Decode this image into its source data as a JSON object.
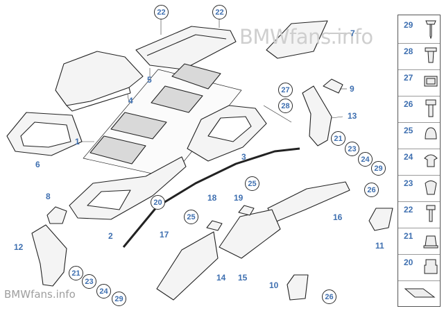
{
  "watermark": "BMWfans.info",
  "callouts": {
    "n1": "1",
    "n2": "2",
    "n3": "3",
    "n4": "4",
    "n5": "5",
    "n6": "6",
    "n7": "7",
    "n8": "8",
    "n9": "9",
    "n10": "10",
    "n11": "11",
    "n12": "12",
    "n13": "13",
    "n14": "14",
    "n15": "15",
    "n16": "16",
    "n17": "17",
    "n18": "18",
    "n19": "19"
  },
  "circled": {
    "c22a": "22",
    "c22b": "22",
    "c27": "27",
    "c28": "28",
    "c20": "20",
    "c25a": "25",
    "c25b": "25",
    "c26a": "26",
    "c26b": "26",
    "c21a": "21",
    "c23a": "23",
    "c24a": "24",
    "c29a": "29",
    "c21b": "21",
    "c23b": "23",
    "c24b": "24",
    "c29b": "29"
  },
  "legend": [
    {
      "num": "29",
      "icon": "screw-icon"
    },
    {
      "num": "28",
      "icon": "expanding-rivet-icon"
    },
    {
      "num": "27",
      "icon": "clip-nut-icon"
    },
    {
      "num": "26",
      "icon": "hex-bolt-icon"
    },
    {
      "num": "25",
      "icon": "cap-icon"
    },
    {
      "num": "24",
      "icon": "grommet-icon"
    },
    {
      "num": "23",
      "icon": "plug-icon"
    },
    {
      "num": "22",
      "icon": "push-rivet-icon"
    },
    {
      "num": "21",
      "icon": "hex-nut-icon"
    },
    {
      "num": "20",
      "icon": "rubber-mount-icon"
    },
    {
      "num": "",
      "icon": "seal-strip-icon"
    }
  ]
}
